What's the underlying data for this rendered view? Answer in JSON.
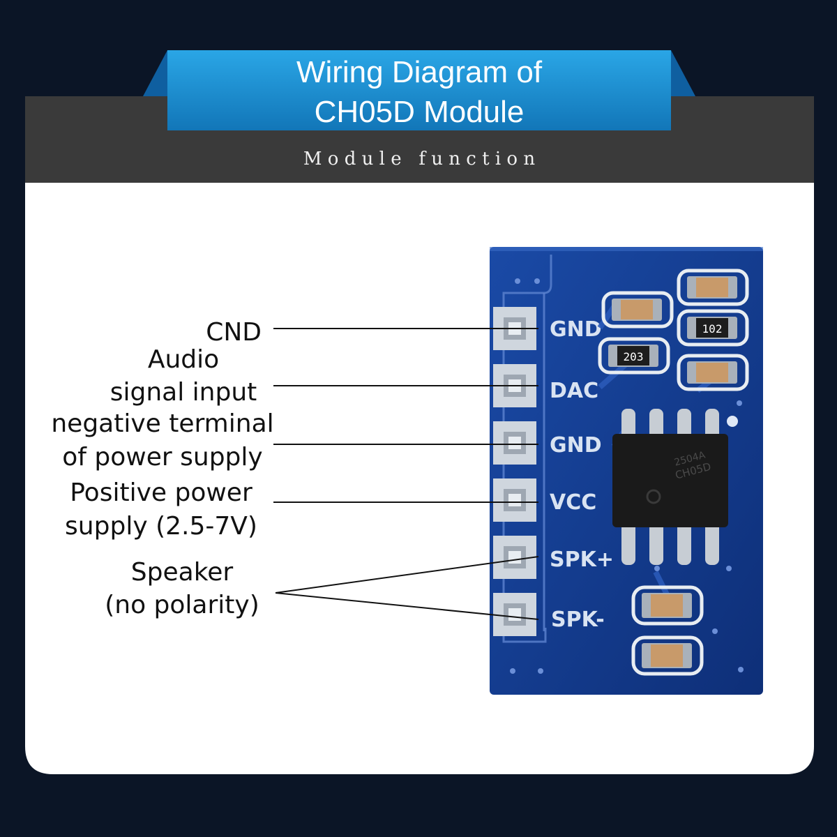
{
  "header": {
    "title_line1": "Wiring Diagram of",
    "title_line2": "CH05D Module",
    "subtitle": "M o d u l e   f u n c t i o n"
  },
  "colors": {
    "background": "#0b1526",
    "title_banner": "#1a8fd0",
    "dark_band": "#3a3a3a",
    "panel": "#ffffff",
    "pcb": "#123a8c",
    "chip": "#1a1a1a"
  },
  "labels": {
    "gnd_desc": "CND",
    "dac_desc_line1": "Audio",
    "dac_desc_line2": "signal input",
    "gnd2_desc_line1": "negative terminal",
    "gnd2_desc_line2": "of power supply",
    "vcc_desc_line1": "Positive power",
    "vcc_desc_line2": "supply (2.5-7V)",
    "spk_desc_line1": "Speaker",
    "spk_desc_line2": "(no polarity)"
  },
  "pins": [
    "GND",
    "DAC",
    "GND",
    "VCC",
    "SPK+",
    "SPK-"
  ],
  "components": {
    "resistor_a": "102",
    "resistor_b": "203",
    "chip_marking_line1": "CH05D",
    "chip_marking_line2": "2504A"
  }
}
